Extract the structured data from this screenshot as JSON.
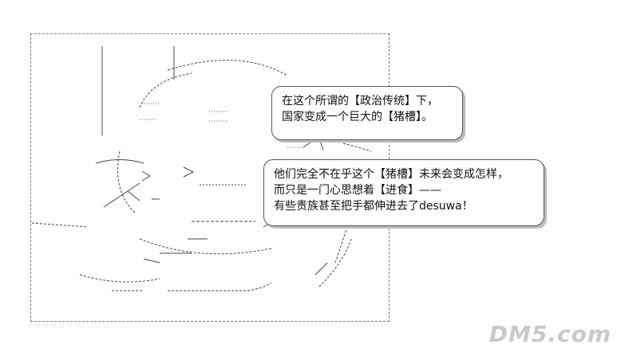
{
  "bubble_1": {
    "line_1": "在这个所谓的【政治传统】下，",
    "line_2": "国家变成一个巨大的【猪槽】。"
  },
  "bubble_2": {
    "line_1": "他们完全不在乎这个【猪槽】未来会变成怎样，",
    "line_2": "而只是一门心思想着【进食】——",
    "line_3": "有些贵族甚至把手都伸进去了desuwa！"
  },
  "watermark": {
    "text": "DM5.com"
  }
}
